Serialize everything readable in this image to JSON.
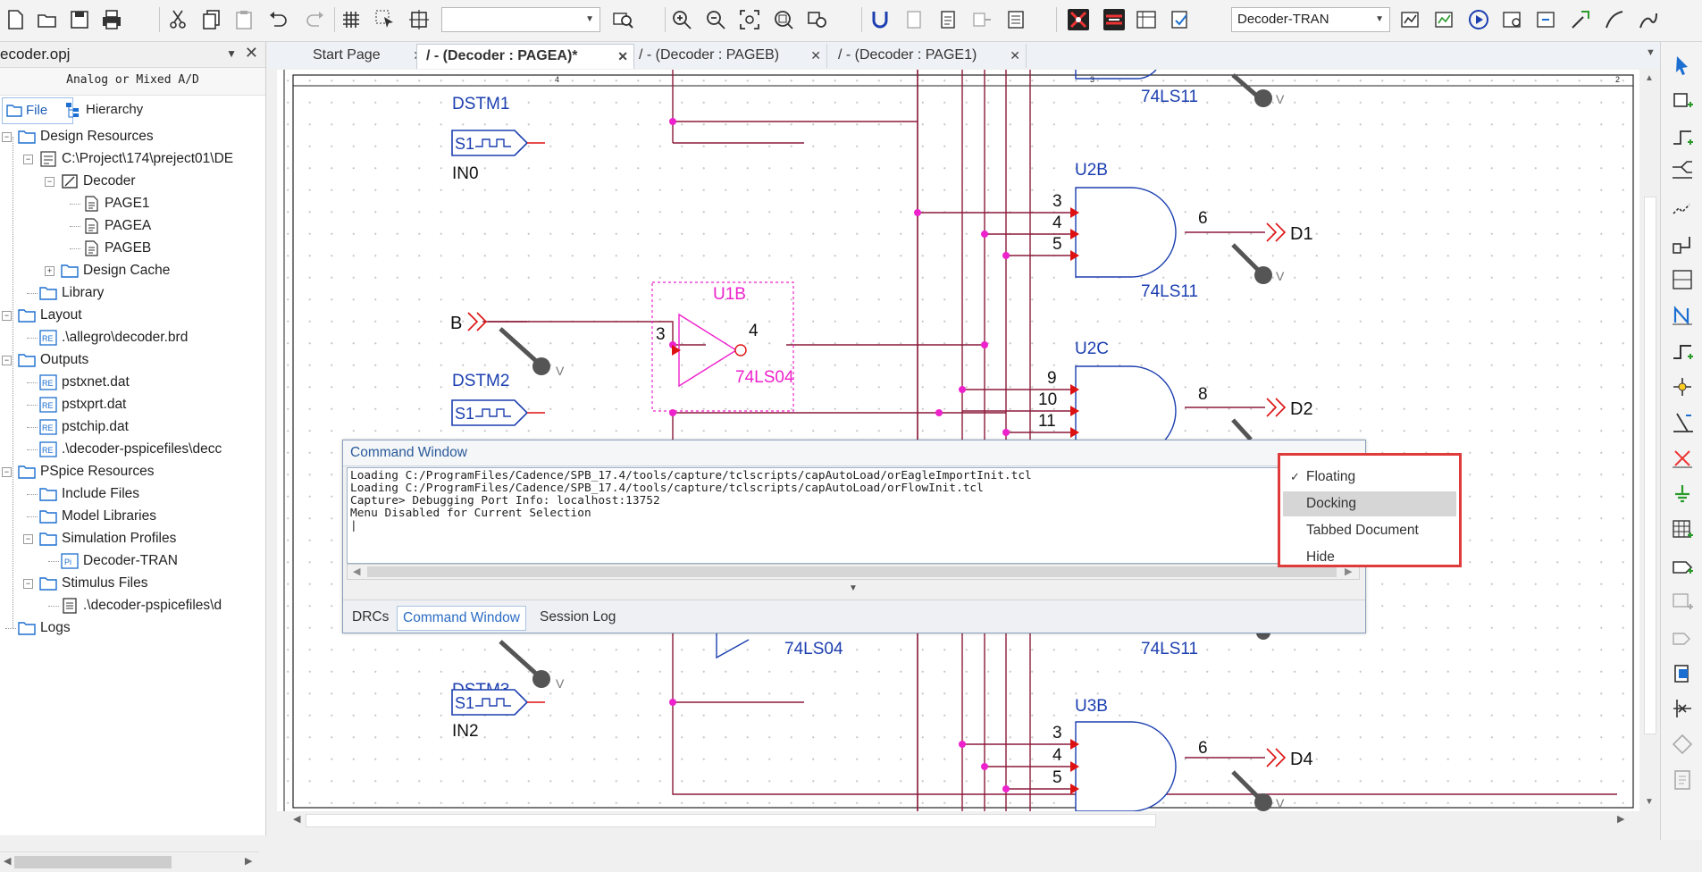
{
  "toolbar": {
    "blank_combo": "",
    "profile_combo": "Decoder-TRAN"
  },
  "left_panel": {
    "title": "ecoder.opj",
    "subtitle": "Analog or Mixed A/D",
    "tabs": [
      "File",
      "Hierarchy"
    ],
    "tree": [
      {
        "label": "Design Resources",
        "level": 0,
        "icon": "folder-icon"
      },
      {
        "label": "C:\\Project\\174\\preject01\\DE",
        "level": 1,
        "icon": "design-file-icon"
      },
      {
        "label": "Decoder",
        "level": 2,
        "icon": "schematic-folder-icon"
      },
      {
        "label": "PAGE1",
        "level": 3,
        "icon": "page-icon"
      },
      {
        "label": "PAGEA",
        "level": 3,
        "icon": "page-icon"
      },
      {
        "label": "PAGEB",
        "level": 3,
        "icon": "page-icon"
      },
      {
        "label": "Design Cache",
        "level": 2,
        "icon": "folder-icon"
      },
      {
        "label": "Library",
        "level": 1,
        "icon": "folder-icon"
      },
      {
        "label": "Layout",
        "level": 0,
        "icon": "folder-icon"
      },
      {
        "label": ".\\allegro\\decoder.brd",
        "level": 1,
        "icon": "report-file-icon"
      },
      {
        "label": "Outputs",
        "level": 0,
        "icon": "folder-icon"
      },
      {
        "label": "pstxnet.dat",
        "level": 1,
        "icon": "report-file-icon"
      },
      {
        "label": "pstxprt.dat",
        "level": 1,
        "icon": "report-file-icon"
      },
      {
        "label": "pstchip.dat",
        "level": 1,
        "icon": "report-file-icon"
      },
      {
        "label": ".\\decoder-pspicefiles\\decc",
        "level": 1,
        "icon": "report-file-icon"
      },
      {
        "label": "PSpice Resources",
        "level": 0,
        "icon": "folder-icon"
      },
      {
        "label": "Include Files",
        "level": 1,
        "icon": "folder-icon"
      },
      {
        "label": "Model Libraries",
        "level": 1,
        "icon": "folder-icon"
      },
      {
        "label": "Simulation Profiles",
        "level": 1,
        "icon": "folder-icon"
      },
      {
        "label": "Decoder-TRAN",
        "level": 2,
        "icon": "pspice-profile-icon"
      },
      {
        "label": "Stimulus Files",
        "level": 1,
        "icon": "folder-icon"
      },
      {
        "label": ".\\decoder-pspicefiles\\d",
        "level": 2,
        "icon": "text-file-icon"
      },
      {
        "label": "Logs",
        "level": 0,
        "icon": "folder-icon"
      }
    ]
  },
  "doc_tabs": [
    {
      "label": "Start Page",
      "active": false
    },
    {
      "label": "/ - (Decoder : PAGEA)*",
      "active": true
    },
    {
      "label": "/ - (Decoder : PAGEB)",
      "active": false
    },
    {
      "label": "/ - (Decoder : PAGE1)",
      "active": false
    }
  ],
  "schematic": {
    "border_labels": [
      "4",
      "3",
      "2"
    ],
    "labels": {
      "dstm1": "DSTM1",
      "s1a": "S1",
      "in0": "IN0",
      "b": "B",
      "u1b": "U1B",
      "u1b_in": "3",
      "u1b_out": "4",
      "u1b_part": "74LS04",
      "dstm2": "DSTM2",
      "s1b": "S1",
      "dstm3": "DSTM3",
      "s1c": "S1",
      "in2": "IN2",
      "u2b": "U2B",
      "u2b_p3": "3",
      "u2b_p4": "4",
      "u2b_p5": "5",
      "u2b_p6": "6",
      "u2b_part": "74LS11",
      "top_part": "74LS11",
      "u2c": "U2C",
      "u2c_p9": "9",
      "u2c_p10": "10",
      "u2c_p11": "11",
      "u2c_p8": "8",
      "u3b": "U3B",
      "u3b_p3": "3",
      "u3b_p4": "4",
      "u3b_p5": "5",
      "u3b_p6": "6",
      "d1": "D1",
      "d2": "D2",
      "d4": "D4",
      "mid_part_left": "74LS04",
      "mid_part_right": "74LS11",
      "probe_v": "V"
    }
  },
  "command_window": {
    "title": "Command Window",
    "lines": [
      "Loading C:/ProgramFiles/Cadence/SPB_17.4/tools/capture/tclscripts/capAutoLoad/orEagleImportInit.tcl",
      "Loading C:/ProgramFiles/Cadence/SPB_17.4/tools/capture/tclscripts/capAutoLoad/orFlowInit.tcl",
      "",
      "Capture> Debugging Port Info: localhost:13752",
      "Menu Disabled for Current Selection",
      "|"
    ],
    "tabs": [
      "DRCs",
      "Command Window",
      "Session Log"
    ],
    "active_tab": "Command Window"
  },
  "context_menu": {
    "items": [
      {
        "label": "Floating",
        "checked": true,
        "highlighted": false
      },
      {
        "label": "Docking",
        "checked": false,
        "highlighted": true
      },
      {
        "label": "Tabbed Document",
        "checked": false,
        "highlighted": false
      },
      {
        "label": "Hide",
        "checked": false,
        "highlighted": false
      }
    ],
    "highlight_color": "#e03b3b"
  },
  "colors": {
    "wire": "#8b1a3a",
    "component": "#1c3fb0",
    "selected": "#ee22cc",
    "pin_arrow": "#dd1111",
    "offpage": "#dd1111"
  }
}
